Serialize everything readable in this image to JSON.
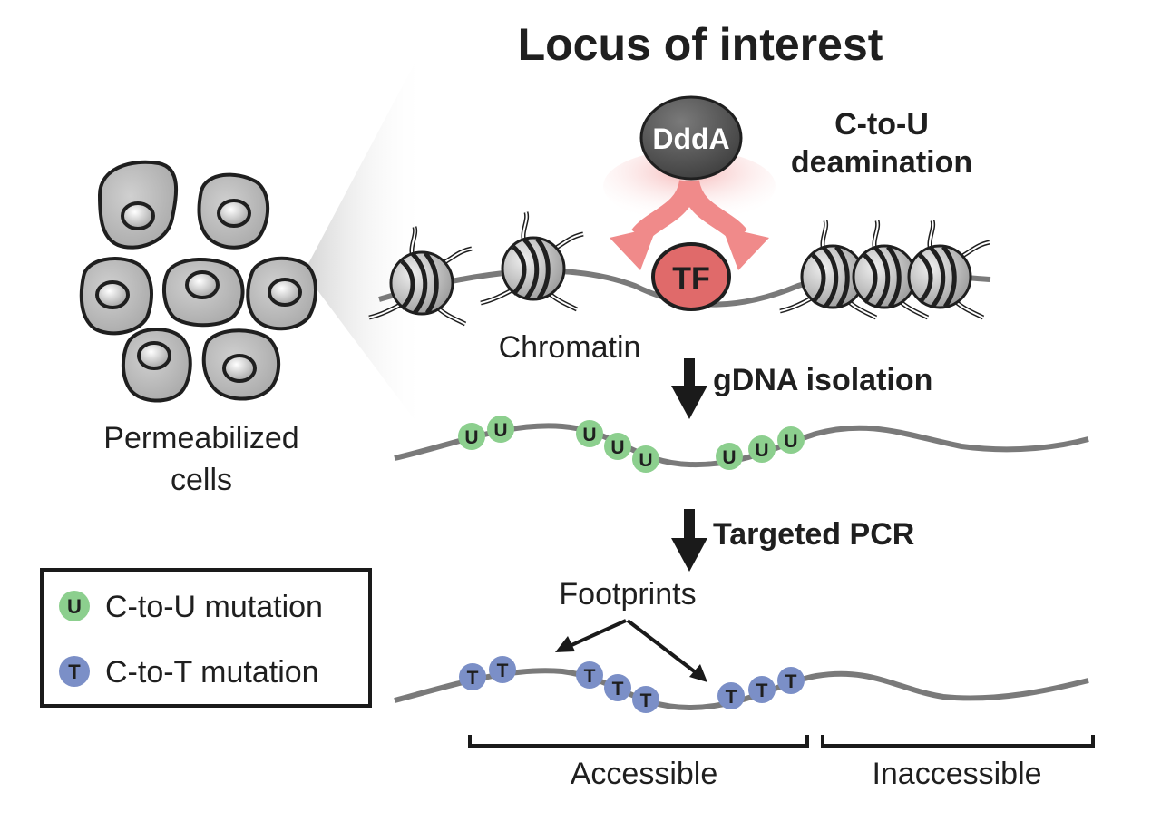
{
  "title": "Locus of interest",
  "cells_label": [
    "Permeabilized",
    "cells"
  ],
  "enzyme_label": "DddA",
  "tf_label": "TF",
  "deamination_label": [
    "C-to-U",
    "deamination"
  ],
  "chromatin_label": "Chromatin",
  "step1_label": "gDNA isolation",
  "step2_label": "Targeted PCR",
  "footprints_label": "Footprints",
  "u_letter": "U",
  "t_letter": "T",
  "accessible_label": "Accessible",
  "inaccessible_label": "Inaccessible",
  "legend": [
    {
      "letter": "U",
      "text": "C-to-U mutation",
      "color": "#8ccf8e"
    },
    {
      "letter": "T",
      "text": "C-to-T mutation",
      "color": "#7b8fc7"
    }
  ],
  "colors": {
    "cell_fill": "#bdbdbd",
    "dna_line": "#7a7a7a",
    "dndda_fill": "#555555",
    "tf_fill": "#e06a6a",
    "arrow_pink": "#f08a8a",
    "u_badge": "#8ccf8e",
    "t_badge": "#7b8fc7"
  }
}
